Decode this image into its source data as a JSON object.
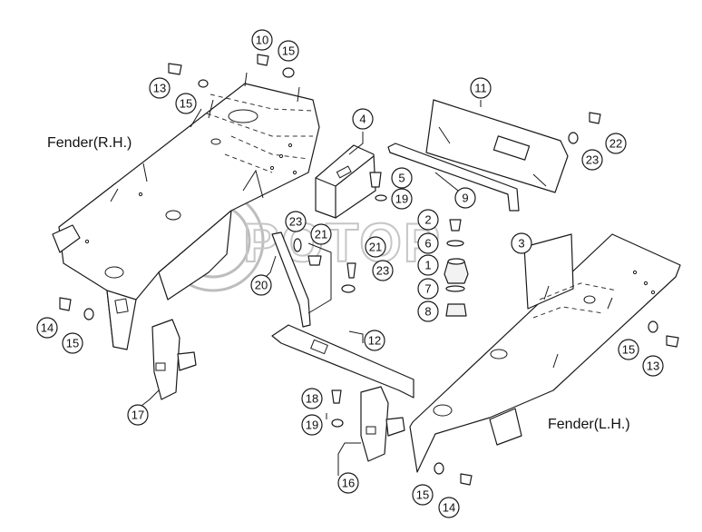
{
  "labels": {
    "fender_rh": "Fender(R.H.)",
    "fender_lh": "Fender(L.H.)"
  },
  "watermark": {
    "text": "POTOP"
  },
  "callouts": {
    "c1": "1",
    "c2": "2",
    "c3": "3",
    "c4": "4",
    "c5": "5",
    "c6": "6",
    "c7": "7",
    "c8": "8",
    "c9": "9",
    "c10": "10",
    "c11": "11",
    "c12": "12",
    "c13a": "13",
    "c13b": "13",
    "c14a": "14",
    "c14b": "14",
    "c15a": "15",
    "c15b": "15",
    "c15c": "15",
    "c15d": "15",
    "c15e": "15",
    "c16": "16",
    "c17": "17",
    "c18": "18",
    "c19a": "19",
    "c19b": "19",
    "c20": "20",
    "c21a": "21",
    "c21b": "21",
    "c22": "22",
    "c23a": "23",
    "c23b": "23",
    "c23c": "23"
  },
  "colors": {
    "line": "#1a1a1a",
    "watermark": "#bdbdbd",
    "background": "#ffffff"
  }
}
